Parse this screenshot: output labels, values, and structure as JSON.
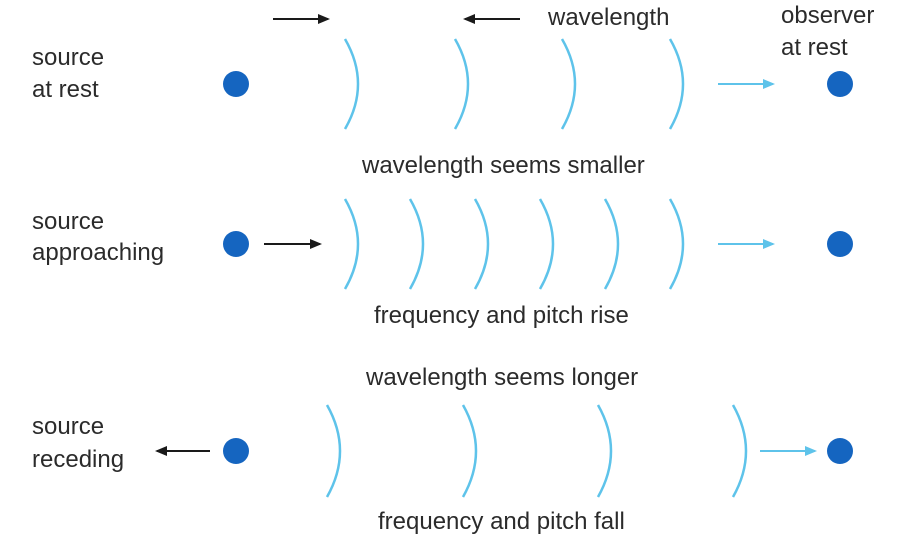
{
  "labels": {
    "wavelength": "wavelength",
    "observer_line1": "observer",
    "observer_line2": "at rest",
    "row1_line1": "source",
    "row1_line2": "at rest",
    "row2_caption_top": "wavelength seems smaller",
    "row2_line1": "source",
    "row2_line2": "approaching",
    "row2_caption_bottom": "frequency and pitch rise",
    "row3_caption_top": "wavelength seems longer",
    "row3_line1": "source",
    "row3_line2": "receding",
    "row3_caption_bottom": "frequency and pitch fall"
  },
  "colors": {
    "dot": "#1565c0",
    "wave": "#5ec3ea",
    "arrow_dark": "#1a1a1a",
    "arrow_light": "#5ec3ea",
    "text": "#2b2b2b"
  }
}
